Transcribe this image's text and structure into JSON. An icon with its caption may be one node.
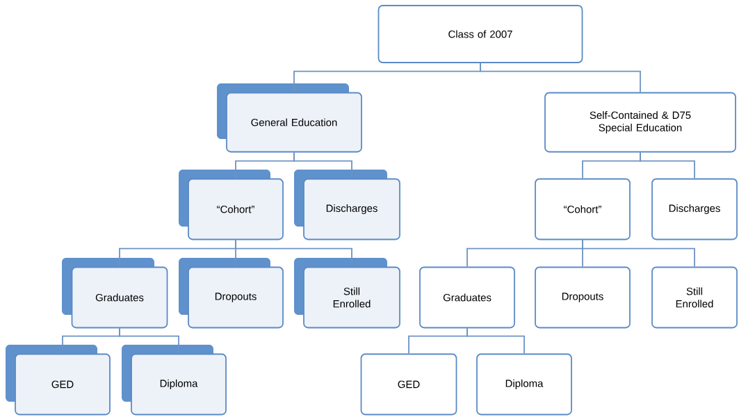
{
  "diagram": {
    "nodes": [
      {
        "text": [
          "Class of 2007"
        ]
      },
      {
        "text": [
          "General Education"
        ]
      },
      {
        "text": [
          "Self-Contained & D75 Special Education"
        ]
      },
      {
        "text": [
          "“Cohort”"
        ]
      },
      {
        "text": [
          "Discharges"
        ]
      },
      {
        "text": [
          "“Cohort”"
        ]
      },
      {
        "text": [
          "Discharges"
        ]
      },
      {
        "text": [
          "Graduates"
        ]
      },
      {
        "text": [
          "Dropouts"
        ]
      },
      {
        "text": [
          "Still Enrolled"
        ]
      },
      {
        "text": [
          "Graduates"
        ]
      },
      {
        "text": [
          "Dropouts"
        ]
      },
      {
        "text": [
          "Still Enrolled"
        ]
      },
      {
        "text": [
          "GED"
        ]
      },
      {
        "text": [
          "Diploma"
        ]
      },
      {
        "text": [
          "GED"
        ]
      },
      {
        "text": [
          "Diploma"
        ]
      }
    ],
    "edges": [
      {
        "from": 0,
        "to": 1,
        "arrow": "none"
      },
      {
        "from": 0,
        "to": 2,
        "arrow": "none"
      },
      {
        "from": 1,
        "to": 3,
        "arrow": "none"
      },
      {
        "from": 1,
        "to": 4,
        "arrow": "none"
      },
      {
        "from": 2,
        "to": 5,
        "arrow": "none"
      },
      {
        "from": 2,
        "to": 6,
        "arrow": "none"
      },
      {
        "from": 3,
        "to": 7,
        "arrow": "none"
      },
      {
        "from": 3,
        "to": 8,
        "arrow": "none"
      },
      {
        "from": 3,
        "to": 9,
        "arrow": "none"
      },
      {
        "from": 5,
        "to": 10,
        "arrow": "none"
      },
      {
        "from": 5,
        "to": 11,
        "arrow": "none"
      },
      {
        "from": 5,
        "to": 12,
        "arrow": "none"
      },
      {
        "from": 7,
        "to": 13,
        "arrow": "none"
      },
      {
        "from": 7,
        "to": 14,
        "arrow": "none"
      },
      {
        "from": 10,
        "to": 15,
        "arrow": "none"
      },
      {
        "from": 10,
        "to": 16,
        "arrow": "none"
      }
    ]
  }
}
